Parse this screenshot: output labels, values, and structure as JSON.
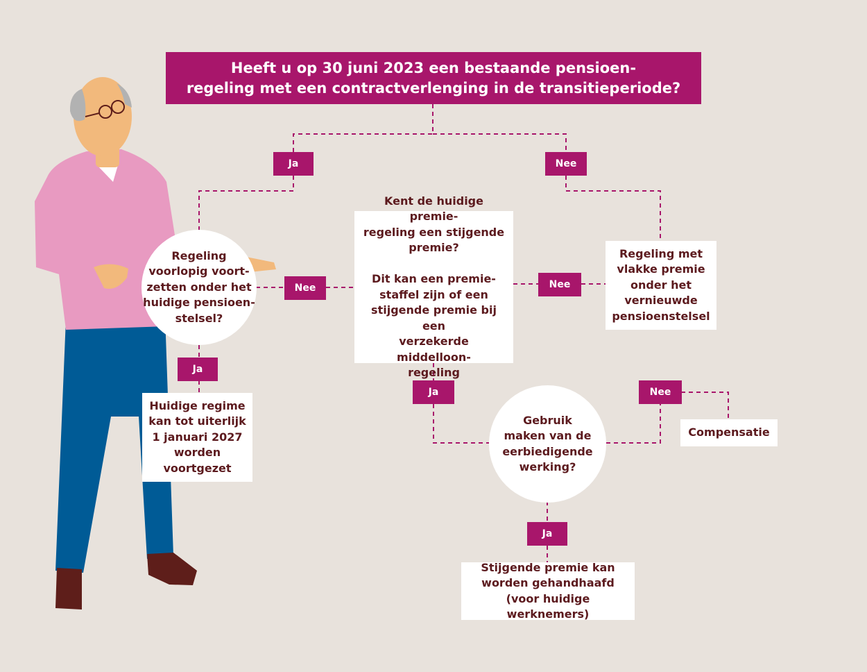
{
  "colors": {
    "background": "#e8e2dc",
    "accent": "#a8166b",
    "box": "#ffffff",
    "text": "#5c1a1e"
  },
  "title": "Heeft u op 30 juni 2023 een bestaande pensioen-\nregeling met een contractverlenging in de transitieperiode?",
  "labels": {
    "yes": "Ja",
    "no": "Nee"
  },
  "nodes": {
    "continue_question": "Regeling\nvoorlopig voort-\nzetten onder het\nhuidige pensioen-\nstelsel?",
    "current_regime": "Huidige regime\nkan tot uiterlijk\n1 januari 2027\nworden\nvoortgezet",
    "rising_premium_question": "Kent de huidige premie-\nregeling een stijgende\npremie?\n\nDit kan een premie-\nstaffel zijn of een\nstijgende premie bij een\nverzekerde middelloon-\nregeling",
    "flat_premium": "Regeling met\nvlakke premie\nonder het\nvernieuwde\npensioenstelsel",
    "respectful_question": "Gebruik\nmaken van de\neerbiedigende\nwerking?",
    "compensation": "Compensatie",
    "maintained": "Stijgende premie kan\nworden gehandhaafd\n(voor huidige werknemers)"
  }
}
